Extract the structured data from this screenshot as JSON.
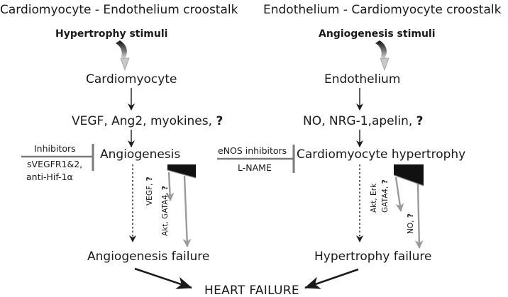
{
  "left": {
    "title": "Cardiomyocyte - Endothelium croostalk",
    "stimulus": "Hypertrophy stimuli",
    "cell": "Cardiomyocyte",
    "factors": "VEGF, Ang2, myokines,",
    "factors_unknown": "?",
    "process": "Angiogenesis",
    "inhibitors_heading": "Inhibitors",
    "inhibitor_1": "sVEGFR1&2,",
    "inhibitor_2": "anti-Hif-1α",
    "path_label_1": "VEGF,",
    "path_label_1_q": "?",
    "path_label_2": "Akt, GATA4,",
    "path_label_2_q": "?",
    "failure": "Angiogenesis failure"
  },
  "right": {
    "title": "Endothelium - Cardiomyocyte croostalk",
    "stimulus": "Angiogenesis stimuli",
    "cell": "Endothelium",
    "factors": "NO, NRG-1,apelin,",
    "factors_unknown": "?",
    "process": "Cardiomyocyte hypertrophy",
    "inhibitors_heading": "eNOS inhibitors",
    "inhibitor_1": "L-NAME",
    "path_label_1": "Akt, Erk",
    "path_label_2": "GATA4,",
    "path_label_2_q": "?",
    "path_label_3": "NO,",
    "path_label_3_q": "?",
    "failure": "Hypertrophy failure"
  },
  "final_outcome": "HEART FAILURE"
}
